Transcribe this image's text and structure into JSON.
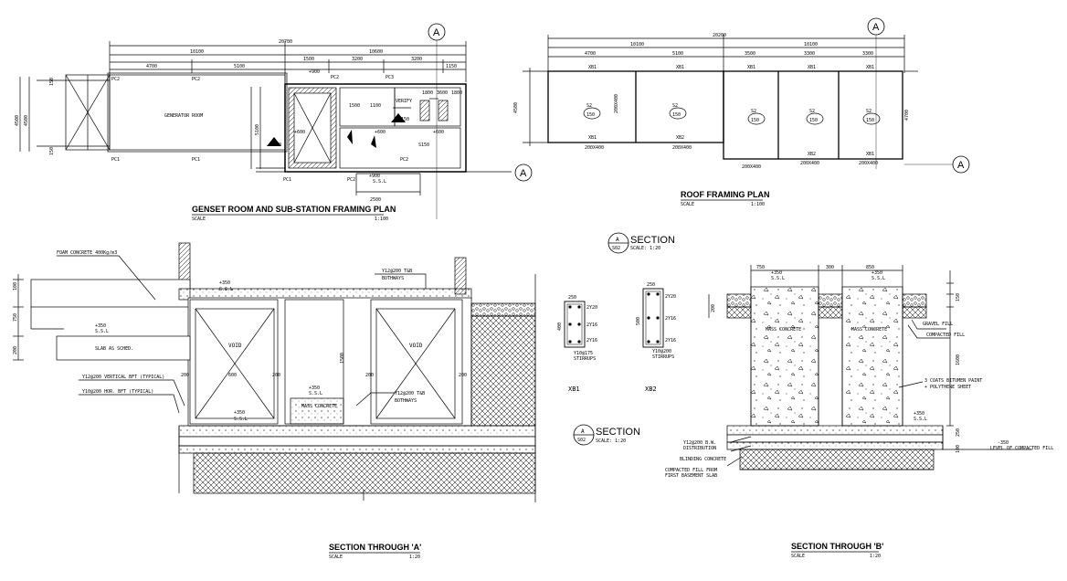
{
  "titles": {
    "genset_plan": "GENSET ROOM AND SUB-STATION FRAMING PLAN",
    "roof_plan": "ROOF FRAMING PLAN",
    "section_a_title": "SECTION THROUGH 'A'",
    "section_b_title": "SECTION THROUGH 'B'",
    "scale_word": "SCALE",
    "scale_value_plan": "1:100",
    "scale_value_roof": "1:100",
    "scale_value_sec_a": "1:20",
    "scale_value_sec_b": "1:20"
  },
  "section_markers": [
    {
      "letter": "A",
      "sheet": "S02",
      "word": "SECTION",
      "scale": "SCALE:   1:20"
    },
    {
      "letter": "A",
      "sheet": "S02",
      "word": "SECTION",
      "scale": "SCALE:   1:20"
    }
  ],
  "grid_bubbles": [
    "A",
    "A",
    "A",
    "A"
  ],
  "genset": {
    "overall": "20700",
    "dims_top": [
      "10100",
      "10600"
    ],
    "dims_second": [
      "4700",
      "5100",
      "1500",
      "3200",
      "3200",
      "1150"
    ],
    "side_dims": [
      "4500",
      "4500",
      "150",
      "150",
      "5100"
    ],
    "room_label": "GENERATOR ROOM",
    "labels": [
      "PC2",
      "PC2",
      "PC1",
      "PC1",
      "PC1",
      "PC2",
      "PC3",
      "PC2",
      "PC2"
    ],
    "levels": [
      "+900",
      "+600",
      "+600",
      "+900",
      "+600"
    ],
    "level_suffix": "S.S.L",
    "slab_tags": [
      "S150",
      "S150",
      "S150"
    ],
    "ramp_dim": "2500",
    "inner_dims": [
      "1500",
      "1100",
      "VERIFY",
      "1800",
      "3600",
      "1800"
    ]
  },
  "roof": {
    "overall": "20200",
    "dims_top": [
      "10100",
      "10100"
    ],
    "dims_second": [
      "4700",
      "5100",
      "3500",
      "3300",
      "3300"
    ],
    "beam_tags": [
      "XB1",
      "XB1",
      "XB1",
      "XB1",
      "XB1",
      "XB1",
      "XB2",
      "XB2",
      "XB1"
    ],
    "beam_size": "200X400",
    "slab_tags": [
      {
        "code": "S2",
        "thk": "150"
      },
      {
        "code": "S2",
        "thk": "150"
      },
      {
        "code": "S2",
        "thk": "150"
      },
      {
        "code": "S2",
        "thk": "150"
      },
      {
        "code": "S2",
        "thk": "150"
      }
    ],
    "side_dims": [
      "4500",
      "4700"
    ],
    "beam_dims": [
      "200X400",
      "200X400",
      "200X400",
      "200X400",
      "200X400",
      "200X400"
    ]
  },
  "section_a": {
    "foam_note": "FOAM CONCRETE 400Kg/m3",
    "slab_note": "SLAB AS SCHED.",
    "vert_bar": "Y12@200 VERTICAL BFT (TYPICAL)",
    "hor_bar": "Y10@200 HOR. BFT (TYPICAL)",
    "t_b_top": "Y12@200 T&B",
    "both_ways": "BOTHWAYS",
    "t_b_bottom": "Y12@200 T&B",
    "both_ways_2": "BOTHWAYS",
    "void": "VOID",
    "void2": "VOID",
    "mass_concrete": "MASS CONCRETE",
    "level_top": "+350",
    "level_mid": "+350",
    "level_left": "+350",
    "level_bottom": "+350",
    "ssl": "S.S.L",
    "dims": [
      "100",
      "750",
      "200",
      "200",
      "1500",
      "200",
      "200",
      "200",
      "600"
    ]
  },
  "section_b": {
    "mass_concrete": "MASS CONCRETE",
    "mass_concrete2": "MASS CONCRETE",
    "gravel": "GRAVEL FILL",
    "compacted_fill": "COMPACTED FILL",
    "bitumen": "3 COATS BITUMEN PAINT",
    "polythene": "+ POLYTHENE SHEET",
    "bw_note": "Y12@200 B.W.",
    "bw_note2": "DISTRIBUTION",
    "blinding": "BLINDING CONCRETE",
    "compacted_from": "COMPACTED FILL FROM",
    "first_basement": "FIRST BASEMENT SLAB",
    "level_compacted_neg": "-350",
    "level_compacted": "LEVEL OF COMPACTED FILL",
    "level_top": "+350",
    "level_top2": "+350",
    "level_bottom": "+350",
    "ssl": "S.S.L",
    "dims_top": [
      "750",
      "300",
      "850"
    ],
    "dims_side": [
      "1600",
      "250",
      "100",
      "150",
      "200"
    ]
  },
  "beams": [
    {
      "name": "XB1",
      "w": "250",
      "h": "400",
      "top": "2Y20",
      "mid": "2Y16",
      "bot": "2Y16",
      "stirrup": "Y10@175",
      "stirrup_word": "STIRRUPS"
    },
    {
      "name": "XB2",
      "w": "250",
      "h": "500",
      "top": "2Y20",
      "mid": "2Y16",
      "bot": "2Y16",
      "stirrup": "Y10@200",
      "stirrup_word": "STIRRUPS"
    }
  ]
}
